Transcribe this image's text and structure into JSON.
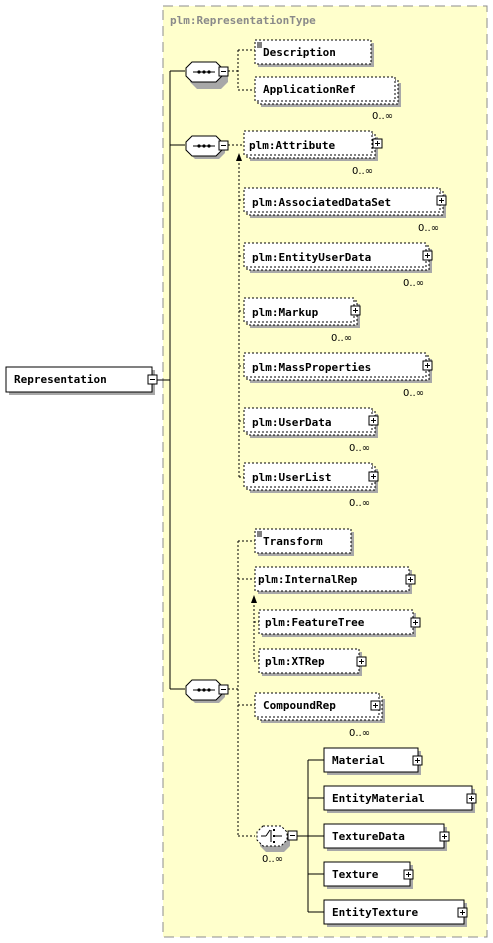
{
  "type_name": "plm:RepresentationType",
  "root": {
    "label": "Representation"
  },
  "seq1": {
    "items": [
      {
        "label": "Description",
        "occurs": ""
      },
      {
        "label": "ApplicationRef",
        "occurs": "0..∞"
      }
    ]
  },
  "seq2": {
    "items": [
      {
        "label": "plm:Attribute",
        "occurs": "0..∞"
      },
      {
        "label": "plm:AssociatedDataSet",
        "occurs": "0..∞"
      },
      {
        "label": "plm:EntityUserData",
        "occurs": "0..∞"
      },
      {
        "label": "plm:Markup",
        "occurs": "0..∞"
      },
      {
        "label": "plm:MassProperties",
        "occurs": "0..∞"
      },
      {
        "label": "plm:UserData",
        "occurs": "0..∞"
      },
      {
        "label": "plm:UserList",
        "occurs": "0..∞"
      }
    ]
  },
  "seq3": {
    "transform": {
      "label": "Transform"
    },
    "internal_rep": {
      "label": "plm:InternalRep"
    },
    "feature_tree": {
      "label": "plm:FeatureTree"
    },
    "xt_rep": {
      "label": "plm:XTRep"
    },
    "compound_rep": {
      "label": "CompoundRep",
      "occurs": "0..∞"
    },
    "choice_occurs": "0..∞",
    "choice_items": [
      {
        "label": "Material"
      },
      {
        "label": "EntityMaterial"
      },
      {
        "label": "TextureData"
      },
      {
        "label": "Texture"
      },
      {
        "label": "EntityTexture"
      }
    ]
  }
}
